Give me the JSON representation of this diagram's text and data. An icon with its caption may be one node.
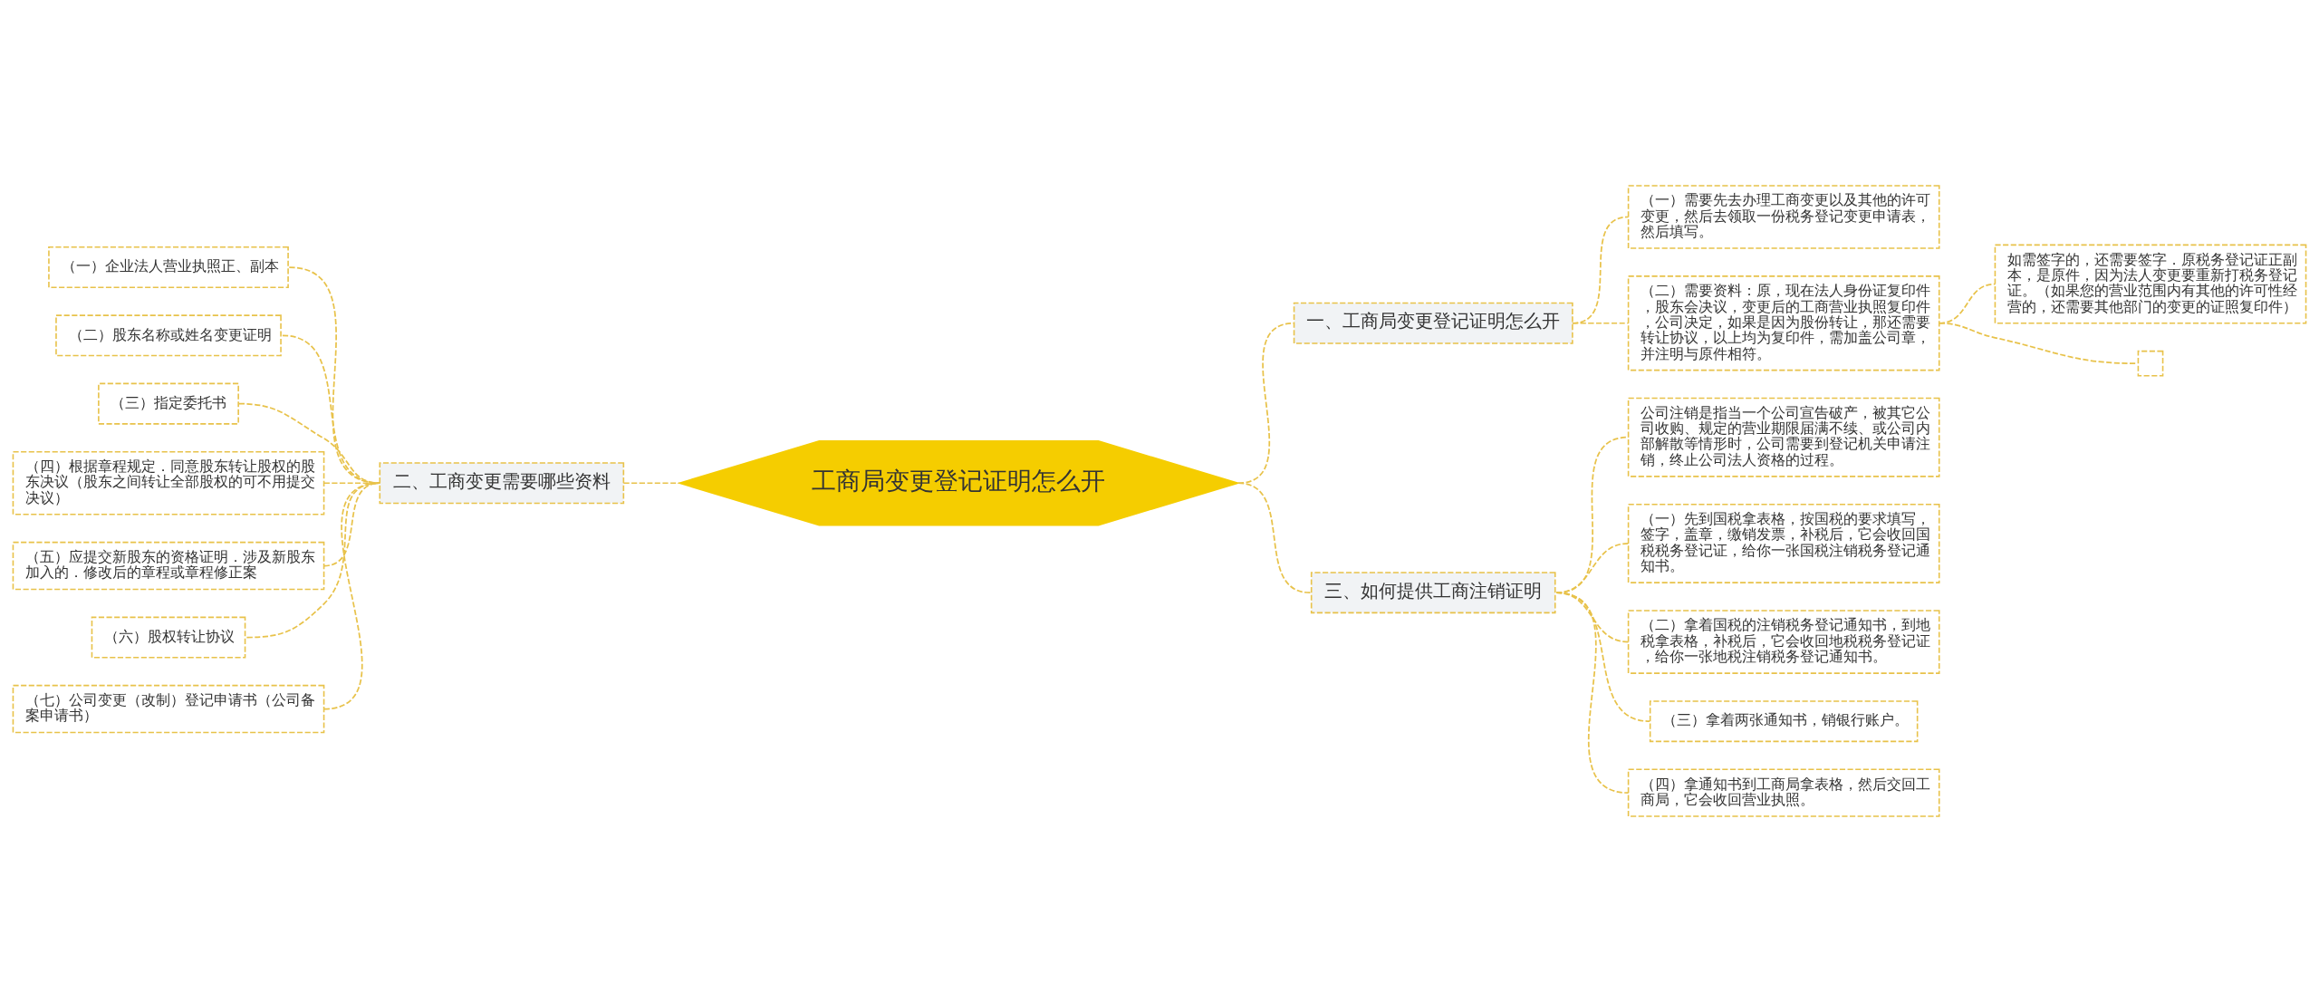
{
  "diagram": {
    "nodes": [
      {
        "text": [
          "工商局变更登记证明怎么开"
        ]
      },
      {
        "text": [
          "一、工商局变更登记证明怎么开"
        ]
      },
      {
        "text": [
          "（一）需要先去办理工商变更以及其他的许可变更，然后去领取一份税务登记变更申请表，然后填写。"
        ]
      },
      {
        "text": [
          "（二）需要资料：原，现在法人身份证复印件，股东会决议，变更后的工商营业执照复印件，公司决定，如果是因为股份转让，那还需要转让协议，以上均为复印件，需加盖公司章，并注明与原件相符。"
        ]
      },
      {
        "text": [
          "如需签字的，还需要签字．原税务登记证正副本，是原件，因为法人变更要重新打税务登记证。（如果您的营业范围内有其他的许可性经营的，还需要其他部门的变更的证照复印件）"
        ]
      },
      {
        "text": [],
        "shape": "box"
      },
      {
        "text": [
          "二、工商变更需要哪些资料"
        ]
      },
      {
        "text": [
          "（一）企业法人营业执照正、副本"
        ]
      },
      {
        "text": [
          "（二）股东名称或姓名变更证明"
        ]
      },
      {
        "text": [
          "（三）指定委托书"
        ]
      },
      {
        "text": [
          "（四）根据章程规定．同意股东转让股权的股东决议（股东之间转让全部股权的可不用提交决议）"
        ]
      },
      {
        "text": [
          "（五）应提交新股东的资格证明．涉及新股东加入的．修改后的章程或章程修正案"
        ]
      },
      {
        "text": [
          "（六）股权转让协议"
        ]
      },
      {
        "text": [
          "（七）公司变更（改制）登记申请书（公司备案申请书）"
        ]
      },
      {
        "text": [
          "三、如何提供工商注销证明"
        ]
      },
      {
        "text": [
          "公司注销是指当一个公司宣告破产，被其它公司收购、规定的营业期限届满不续、或公司内部解散等情形时，公司需要到登记机关申请注销，终止公司法人资格的过程。"
        ]
      },
      {
        "text": [
          "（一）先到国税拿表格，按国税的要求填写，签字，盖章，缴销发票，补税后，它会收回国税税务登记证，给你一张国税注销税务登记通知书。"
        ]
      },
      {
        "text": [
          "（二）拿着国税的注销税务登记通知书，到地税拿表格，补税后，它会收回地税税务登记证，给你一张地税注销税务登记通知书。"
        ]
      },
      {
        "text": [
          "（三）拿着两张通知书，销银行账户。"
        ]
      },
      {
        "text": [
          "（四）拿通知书到工商局拿表格，然后交回工商局，它会收回营业执照。"
        ]
      }
    ],
    "edges": [
      {
        "from": 0,
        "to": 1,
        "arrow": "none",
        "style": "dashed"
      },
      {
        "from": 1,
        "to": 2,
        "arrow": "none",
        "style": "dashed"
      },
      {
        "from": 1,
        "to": 3,
        "arrow": "none",
        "style": "dashed"
      },
      {
        "from": 3,
        "to": 4,
        "arrow": "none",
        "style": "dashed"
      },
      {
        "from": 3,
        "to": 5,
        "arrow": "none",
        "style": "dashed"
      },
      {
        "from": 6,
        "to": 0,
        "arrow": "none",
        "style": "dashed"
      },
      {
        "from": 7,
        "to": 6,
        "arrow": "none",
        "style": "dashed"
      },
      {
        "from": 8,
        "to": 6,
        "arrow": "none",
        "style": "dashed"
      },
      {
        "from": 9,
        "to": 6,
        "arrow": "none",
        "style": "dashed"
      },
      {
        "from": 10,
        "to": 6,
        "arrow": "none",
        "style": "dashed"
      },
      {
        "from": 11,
        "to": 6,
        "arrow": "none",
        "style": "dashed"
      },
      {
        "from": 12,
        "to": 6,
        "arrow": "none",
        "style": "dashed"
      },
      {
        "from": 13,
        "to": 6,
        "arrow": "none",
        "style": "dashed"
      },
      {
        "from": 0,
        "to": 14,
        "arrow": "none",
        "style": "dashed"
      },
      {
        "from": 14,
        "to": 15,
        "arrow": "none",
        "style": "dashed"
      },
      {
        "from": 14,
        "to": 16,
        "arrow": "none",
        "style": "dashed"
      },
      {
        "from": 14,
        "to": 17,
        "arrow": "none",
        "style": "dashed"
      },
      {
        "from": 14,
        "to": 18,
        "arrow": "none",
        "style": "dashed"
      },
      {
        "from": 14,
        "to": 19,
        "arrow": "none",
        "style": "dashed"
      }
    ]
  }
}
